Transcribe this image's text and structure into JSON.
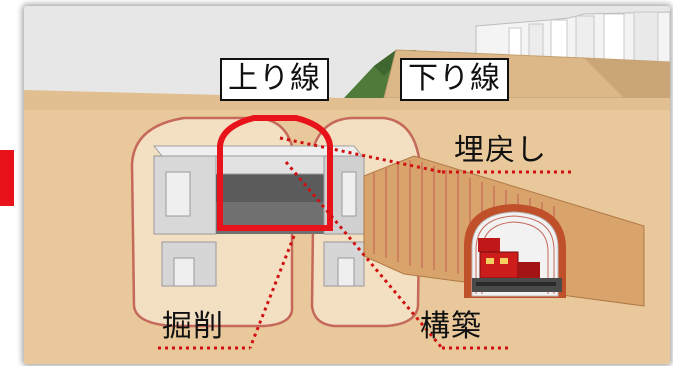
{
  "labels": {
    "up_line": "上り線",
    "down_line": "下り線",
    "backfill": "埋戻し",
    "excavation": "掘削",
    "construction": "構築"
  },
  "colors": {
    "soil": "#e9c99b",
    "sky": "#e6e6e6",
    "highlight_red": "#e8121a",
    "concrete": "#d9d9d9",
    "dotted_red": "#d01010"
  }
}
